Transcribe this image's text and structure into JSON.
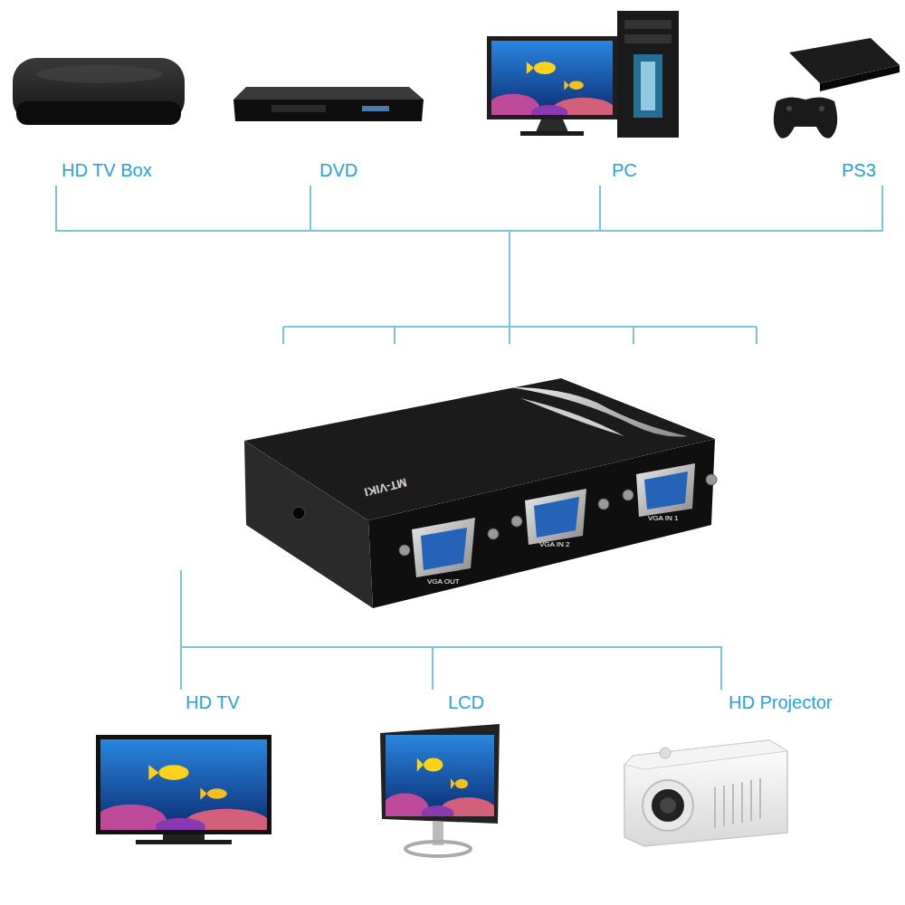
{
  "diagram": {
    "nodes": [
      {
        "text": [
          "HD TV Box"
        ]
      },
      {
        "text": [
          "DVD"
        ]
      },
      {
        "text": [
          "PC"
        ]
      },
      {
        "text": [
          "PS3"
        ]
      },
      {
        "text": [
          "MT-VIKI",
          "VGA OUT",
          "VGA IN 2",
          "VGA IN 1"
        ]
      },
      {
        "text": [
          "HD TV"
        ]
      },
      {
        "text": [
          "LCD"
        ]
      },
      {
        "text": [
          "HD Projector"
        ]
      }
    ],
    "edges": [
      {
        "from": 0,
        "to": 4,
        "arrow": "none"
      },
      {
        "from": 1,
        "to": 4,
        "arrow": "none"
      },
      {
        "from": 2,
        "to": 4,
        "arrow": "none"
      },
      {
        "from": 3,
        "to": 4,
        "arrow": "none"
      },
      {
        "from": 4,
        "to": 5,
        "arrow": "none"
      },
      {
        "from": 4,
        "to": 6,
        "arrow": "none"
      },
      {
        "from": 4,
        "to": 7,
        "arrow": "none"
      }
    ]
  }
}
